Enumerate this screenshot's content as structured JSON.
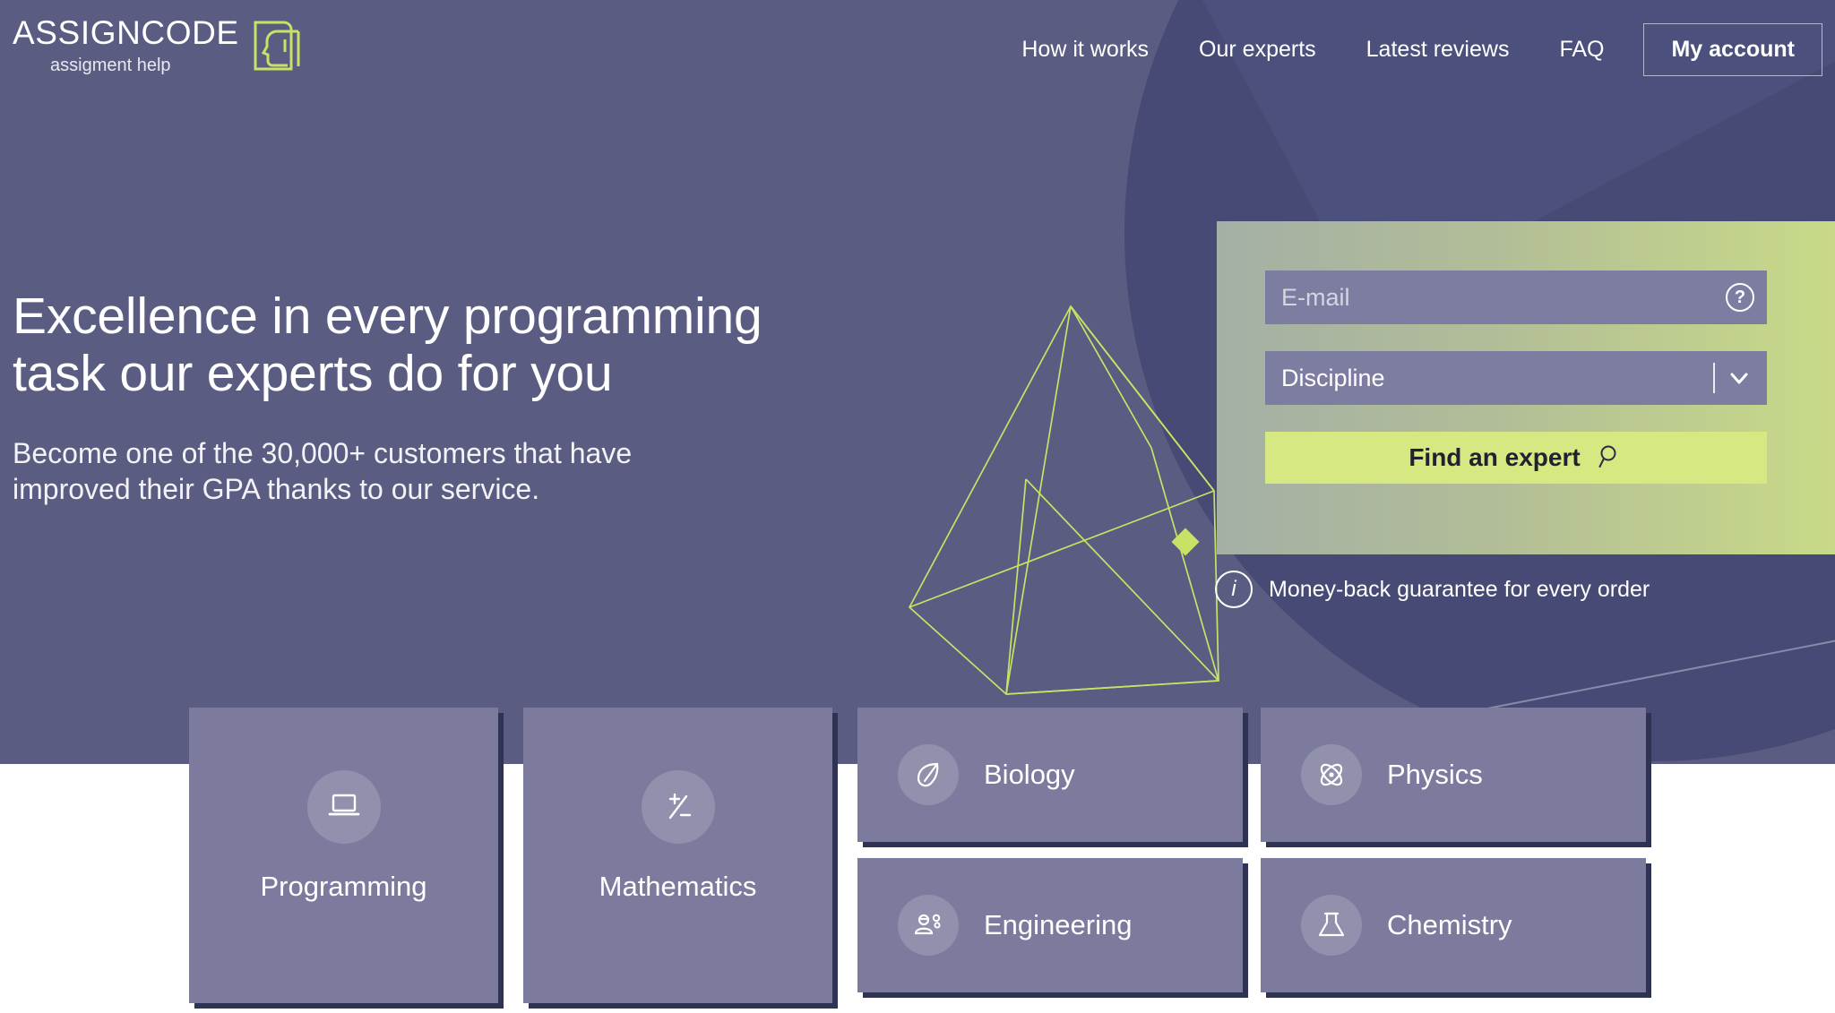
{
  "brand": {
    "name": "ASSIGNCODE",
    "tagline": "assigment help",
    "logo_icon": "head-document-icon",
    "accent_green": "#c9e265",
    "button_green": "#d5e882",
    "hero_purple": "#5a5c82",
    "hero_dark_purple": "#464a74",
    "card_purple": "#7c7b9e"
  },
  "nav": {
    "items": [
      {
        "label": "How it works"
      },
      {
        "label": "Our experts"
      },
      {
        "label": "Latest reviews"
      },
      {
        "label": "FAQ"
      }
    ],
    "account_label": "My account"
  },
  "hero": {
    "headline_line1": "Excellence in every programming",
    "headline_line2": "task our experts do for you",
    "subhead_line1": "Become one of the 30,000+ customers that have",
    "subhead_line2": "improved their GPA thanks to our service."
  },
  "form": {
    "email": {
      "placeholder": "E-mail",
      "value": "",
      "help_icon": "question-mark-icon"
    },
    "discipline": {
      "label": "Discipline",
      "value": "Discipline",
      "chevron_icon": "chevron-down-icon"
    },
    "submit": {
      "label": "Find an expert",
      "icon": "search-icon"
    }
  },
  "guarantee": {
    "icon": "info-icon",
    "text": "Money-back guarantee for every order"
  },
  "subjects": {
    "featured": [
      {
        "label": "Programming",
        "icon": "laptop-icon"
      },
      {
        "label": "Mathematics",
        "icon": "plus-minus-icon"
      }
    ],
    "others": [
      {
        "label": "Biology",
        "icon": "leaf-icon"
      },
      {
        "label": "Physics",
        "icon": "atom-icon"
      },
      {
        "label": "Engineering",
        "icon": "engineer-gears-icon"
      },
      {
        "label": "Chemistry",
        "icon": "flask-icon"
      }
    ]
  }
}
